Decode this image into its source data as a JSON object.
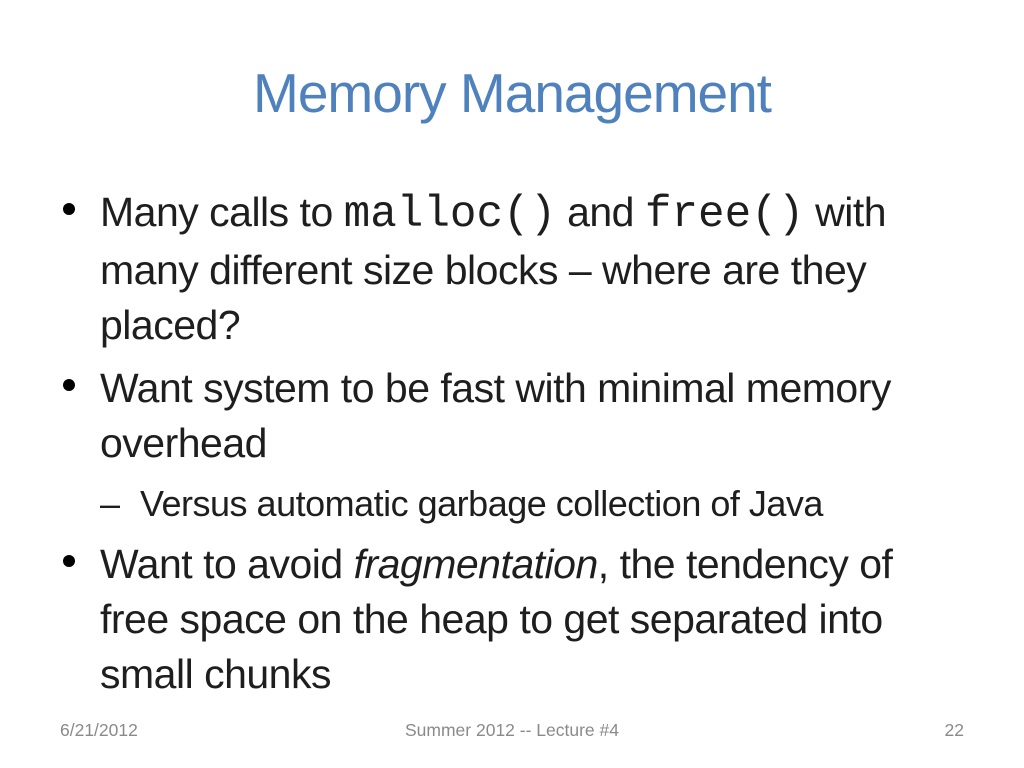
{
  "colors": {
    "title-blue": "#4F81BD",
    "body-text": "#1e1e1e",
    "bullet-dot": "#000000",
    "footer-gray": "#8a8a8a"
  },
  "slide": {
    "title": "Memory Management",
    "bullets": [
      {
        "level": 1,
        "lines": [
          {
            "segments": [
              {
                "text": "Many calls to ",
                "style": "normal"
              },
              {
                "text": "malloc()",
                "style": "code"
              },
              {
                "text": " and ",
                "style": "normal"
              },
              {
                "text": "free()",
                "style": "code"
              },
              {
                "text": " with",
                "style": "normal"
              }
            ]
          },
          {
            "segments": [
              {
                "text": "many different size blocks – where are they",
                "style": "normal"
              }
            ]
          },
          {
            "segments": [
              {
                "text": "placed?",
                "style": "normal"
              }
            ]
          }
        ]
      },
      {
        "level": 1,
        "lines": [
          {
            "segments": [
              {
                "text": "Want system to be fast with minimal memory",
                "style": "normal"
              }
            ]
          },
          {
            "segments": [
              {
                "text": "overhead",
                "style": "normal"
              }
            ]
          }
        ]
      },
      {
        "level": 2,
        "marker": "–",
        "lines": [
          {
            "segments": [
              {
                "text": "Versus automatic garbage collection of Java",
                "style": "normal"
              }
            ]
          }
        ]
      },
      {
        "level": 1,
        "lines": [
          {
            "segments": [
              {
                "text": "Want to avoid ",
                "style": "normal"
              },
              {
                "text": "fragmentation",
                "style": "italic"
              },
              {
                "text": ", the tendency of",
                "style": "normal"
              }
            ]
          },
          {
            "segments": [
              {
                "text": "free space on the heap to get separated into",
                "style": "normal"
              }
            ]
          },
          {
            "segments": [
              {
                "text": "small chunks",
                "style": "normal"
              }
            ]
          }
        ]
      }
    ],
    "footer": {
      "date": "6/21/2012",
      "center": "Summer 2012 -- Lecture #4",
      "page": "22"
    }
  }
}
